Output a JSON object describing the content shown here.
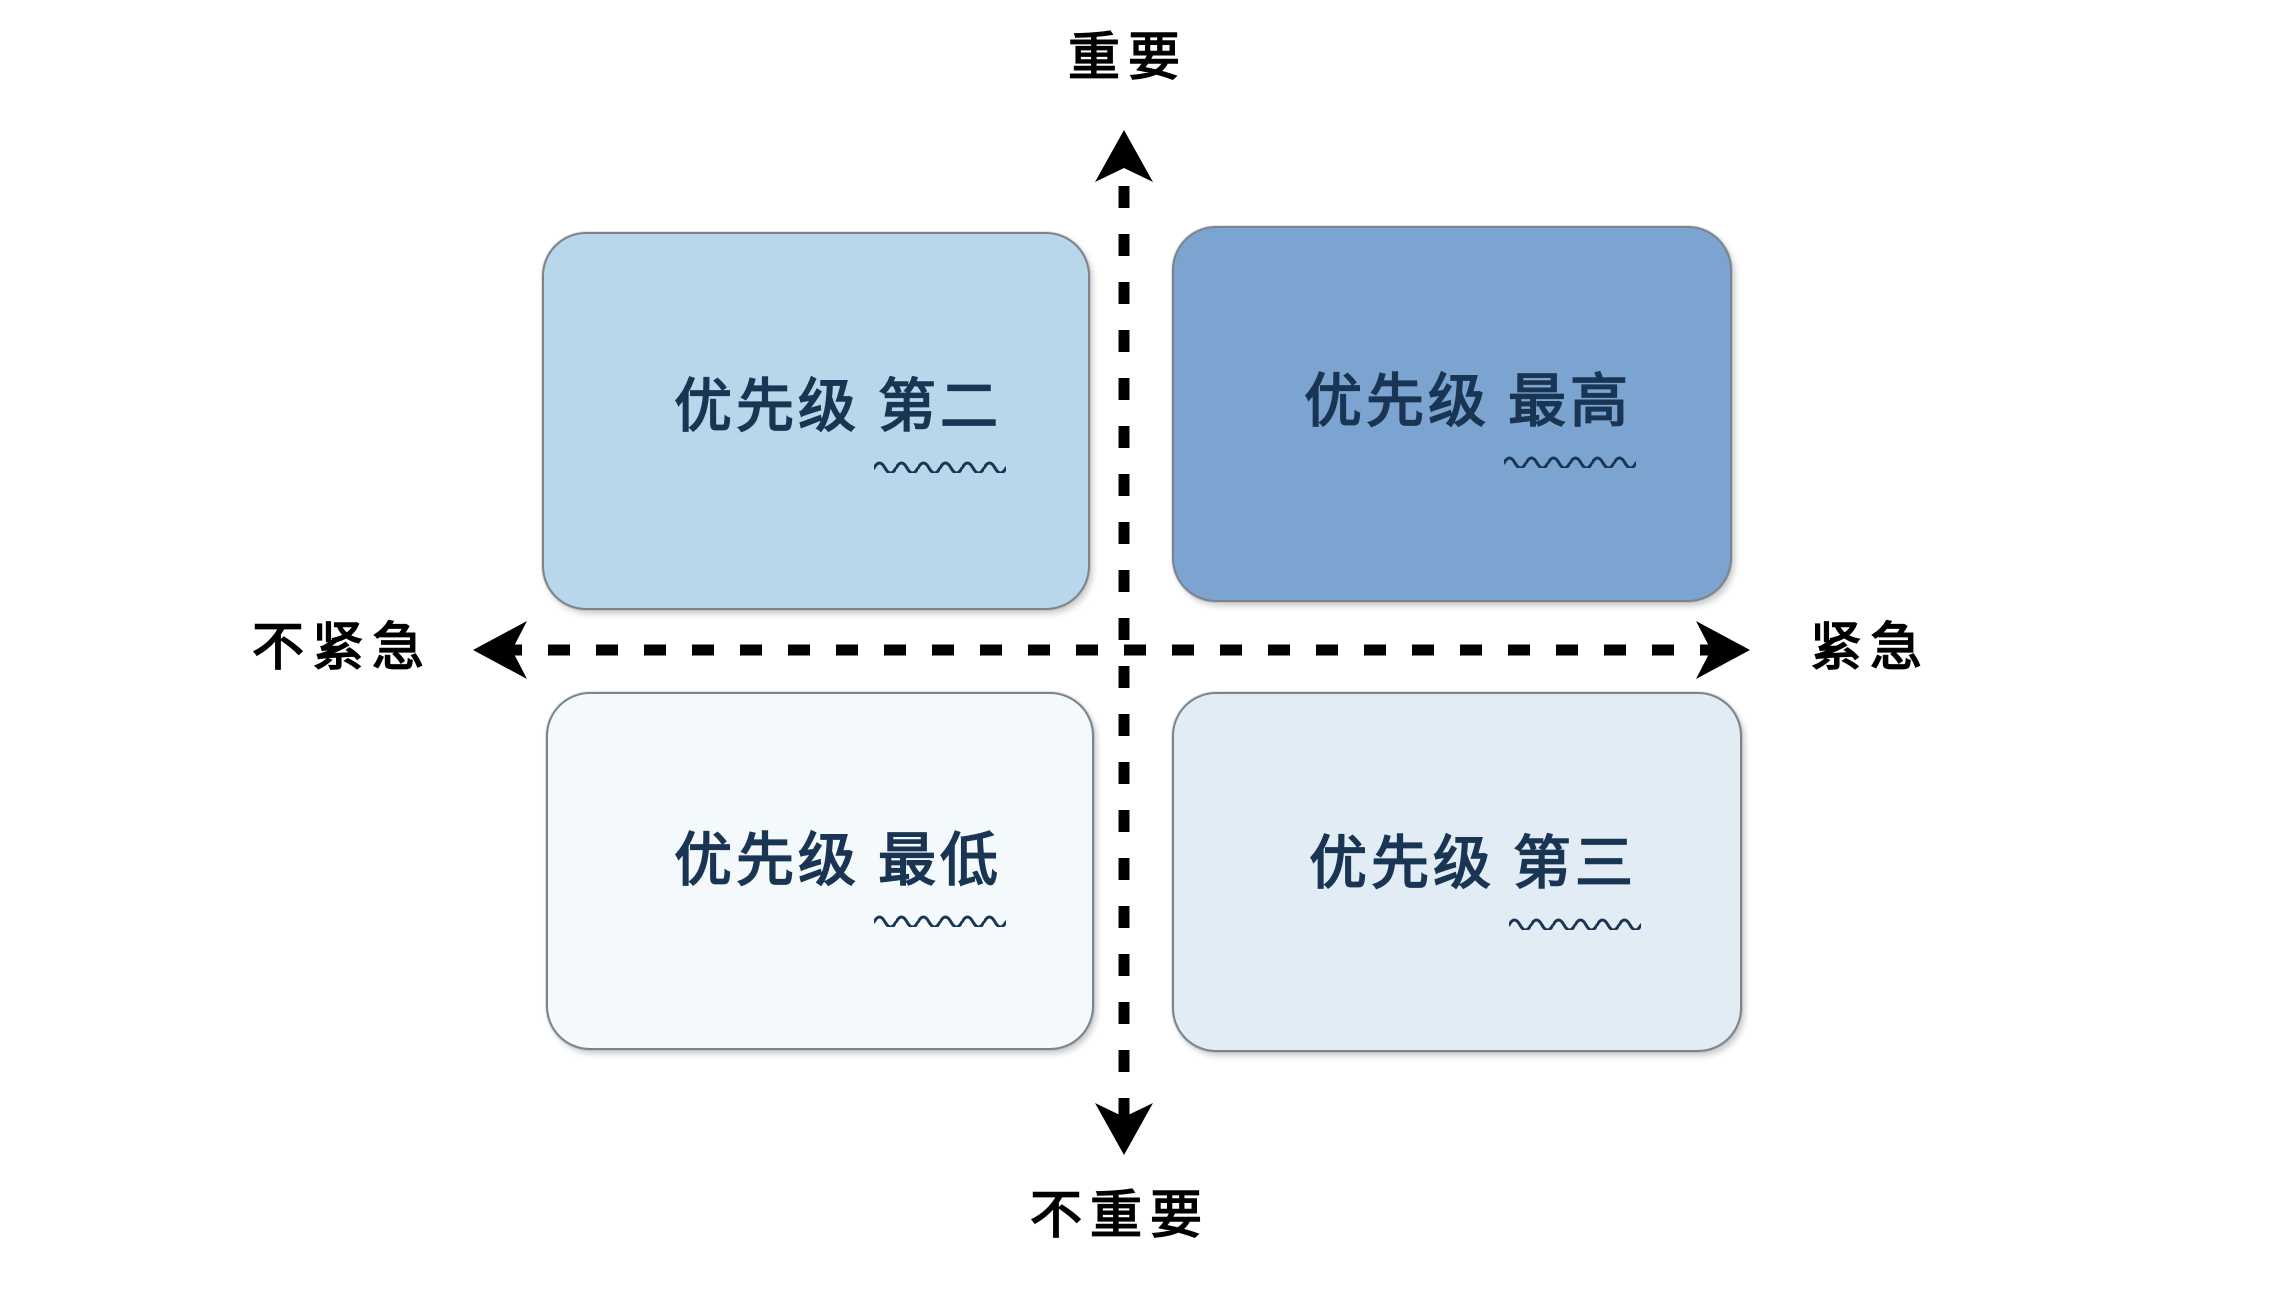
{
  "diagram": {
    "title": "Eisenhower Priority Matrix",
    "background_color": "#ffffff"
  },
  "axes": {
    "top_label": "重要",
    "bottom_label": "不重要",
    "left_label": "不紧急",
    "right_label": "紧急",
    "line_color": "#000000",
    "style": "dashed-with-arrowheads"
  },
  "quadrants": [
    {
      "id": "top-left",
      "position": "important-not-urgent",
      "prefix": "优先级",
      "emphasis": "第二",
      "fill_color": "#b9d7ea",
      "border_color": "#7d838b",
      "text_color": "#1a3553"
    },
    {
      "id": "top-right",
      "position": "important-urgent",
      "prefix": "优先级",
      "emphasis": "最高",
      "fill_color": "#7ba5d0",
      "border_color": "#7d838b",
      "text_color": "#1a3553"
    },
    {
      "id": "bottom-left",
      "position": "not-important-not-urgent",
      "prefix": "优先级",
      "emphasis": "最低",
      "fill_color": "#f4f9fb",
      "border_color": "#7d838b",
      "text_color": "#1a3553"
    },
    {
      "id": "bottom-right",
      "position": "not-important-urgent",
      "prefix": "优先级",
      "emphasis": "第三",
      "fill_color": "#e2ecf5",
      "border_color": "#7d838b",
      "text_color": "#1a3553"
    }
  ]
}
